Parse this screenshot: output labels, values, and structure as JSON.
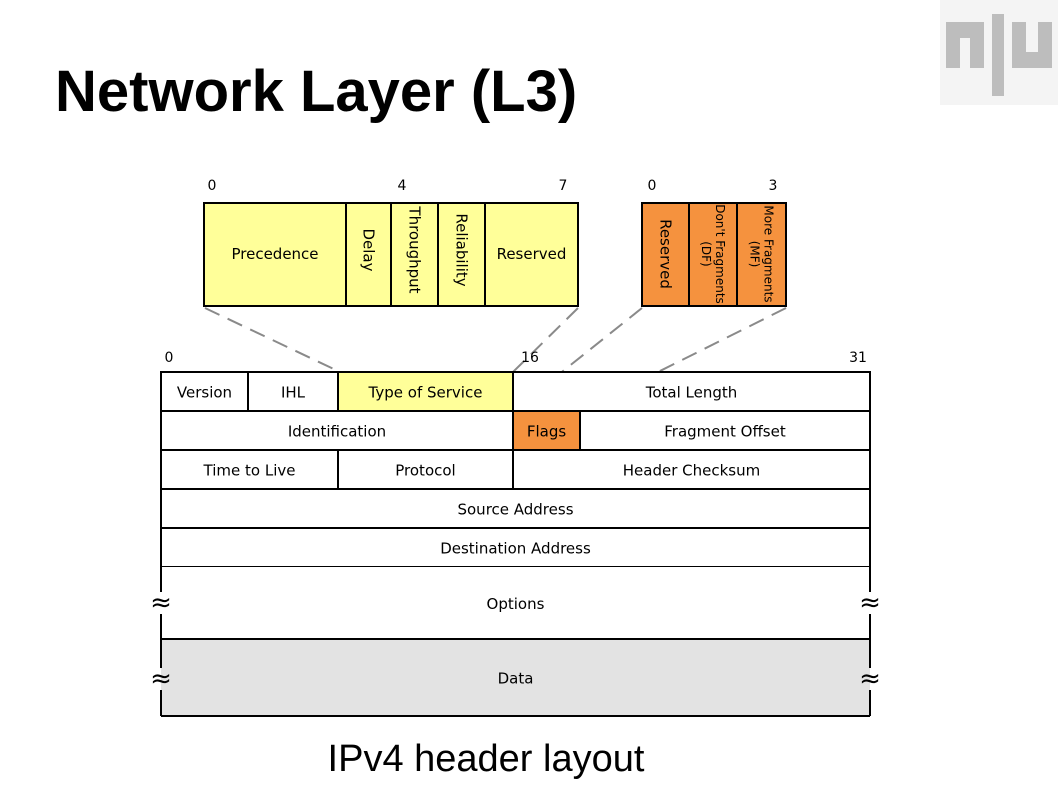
{
  "slide": {
    "title": "Network Layer (L3)",
    "caption": "IPv4 header layout"
  },
  "colors": {
    "tos": "#ffff99",
    "flags": "#f5923e",
    "data": "#e3e3e3",
    "border": "#000000",
    "dash": "#8a8a8a",
    "logo": "#bdbdbd"
  },
  "tos_detail": {
    "bits": [
      "0",
      "4",
      "7"
    ],
    "fields": [
      "Precedence",
      "Delay",
      "Throughput",
      "Reliability",
      "Reserved"
    ]
  },
  "flags_detail": {
    "bits": [
      "0",
      "3"
    ],
    "fields": [
      {
        "lines": [
          "Reserved"
        ]
      },
      {
        "lines": [
          "Don't Fragments",
          "(DF)"
        ]
      },
      {
        "lines": [
          "More Fragments",
          "(MF)"
        ]
      }
    ]
  },
  "header": {
    "bits": [
      "0",
      "16",
      "31"
    ],
    "rows": [
      [
        "Version",
        "IHL",
        "Type of Service",
        "Total Length"
      ],
      [
        "Identification",
        "Flags",
        "Fragment Offset"
      ],
      [
        "Time to Live",
        "Protocol",
        "Header Checksum"
      ],
      [
        "Source Address"
      ],
      [
        "Destination Address"
      ],
      [
        "Options"
      ],
      [
        "Data"
      ]
    ],
    "break_mark": "≈"
  }
}
